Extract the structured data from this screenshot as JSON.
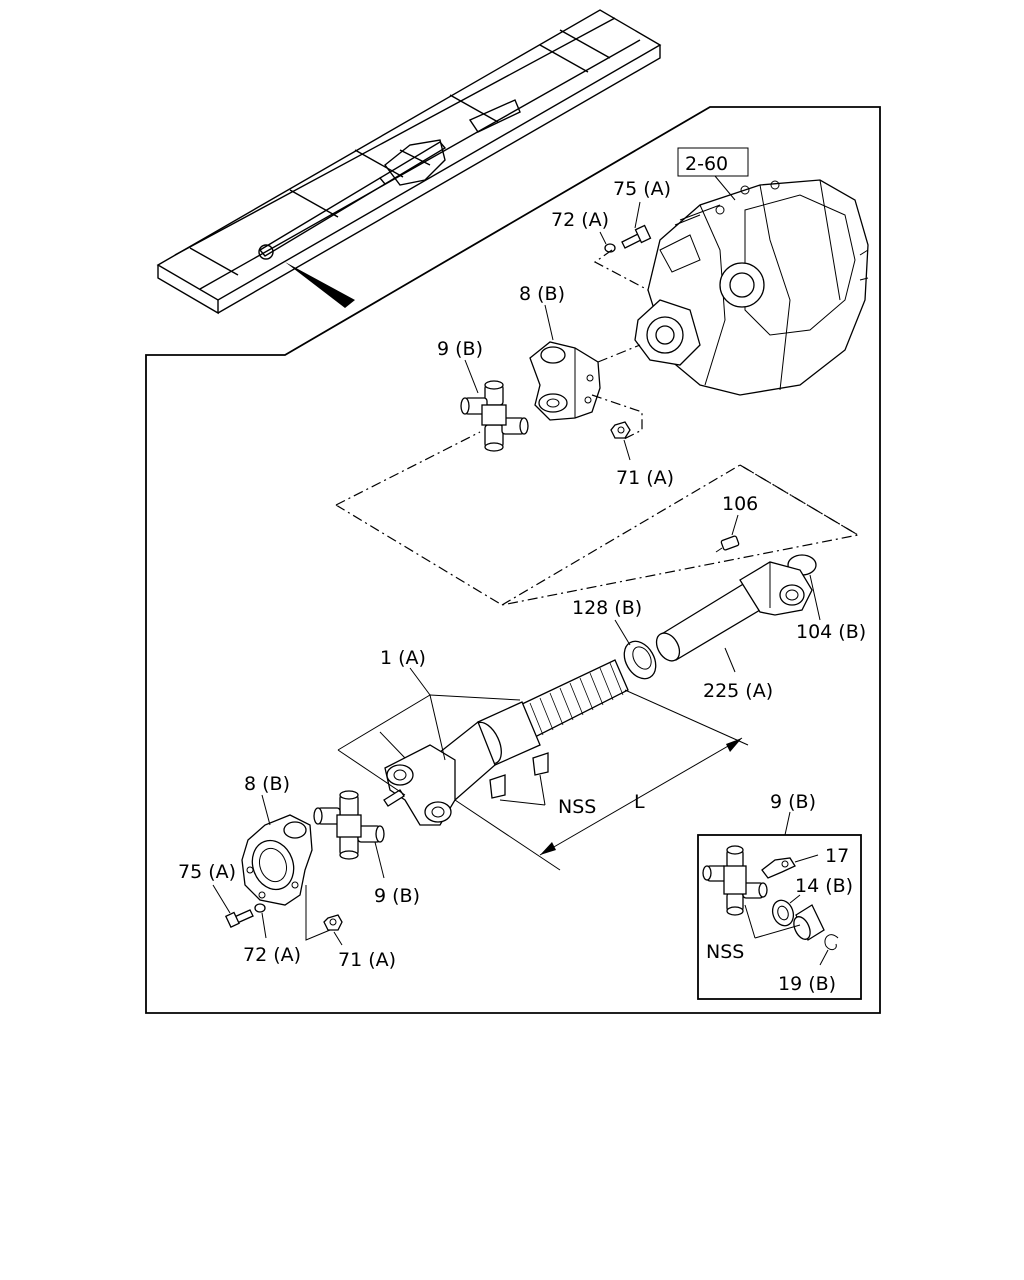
{
  "reference_box": "2-60",
  "callouts": {
    "c75a_top": "75 (A)",
    "c72a_top": "72 (A)",
    "c8b_top": "8 (B)",
    "c9b_top": "9 (B)",
    "c71a_top": "71 (A)",
    "c106": "106",
    "c104b": "104 (B)",
    "c128b": "128 (B)",
    "c225a": "225 (A)",
    "c1a": "1 (A)",
    "c8b_bottom": "8 (B)",
    "c75a_bottom": "75 (A)",
    "c72a_bottom": "72 (A)",
    "c71a_bottom": "71 (A)",
    "c9b_bottom": "9 (B)",
    "nss_main": "NSS",
    "dim_l": "L",
    "inset_title": "9 (B)",
    "c17": "17",
    "c14b": "14 (B)",
    "nss_inset": "NSS",
    "c19b": "19 (B)"
  }
}
